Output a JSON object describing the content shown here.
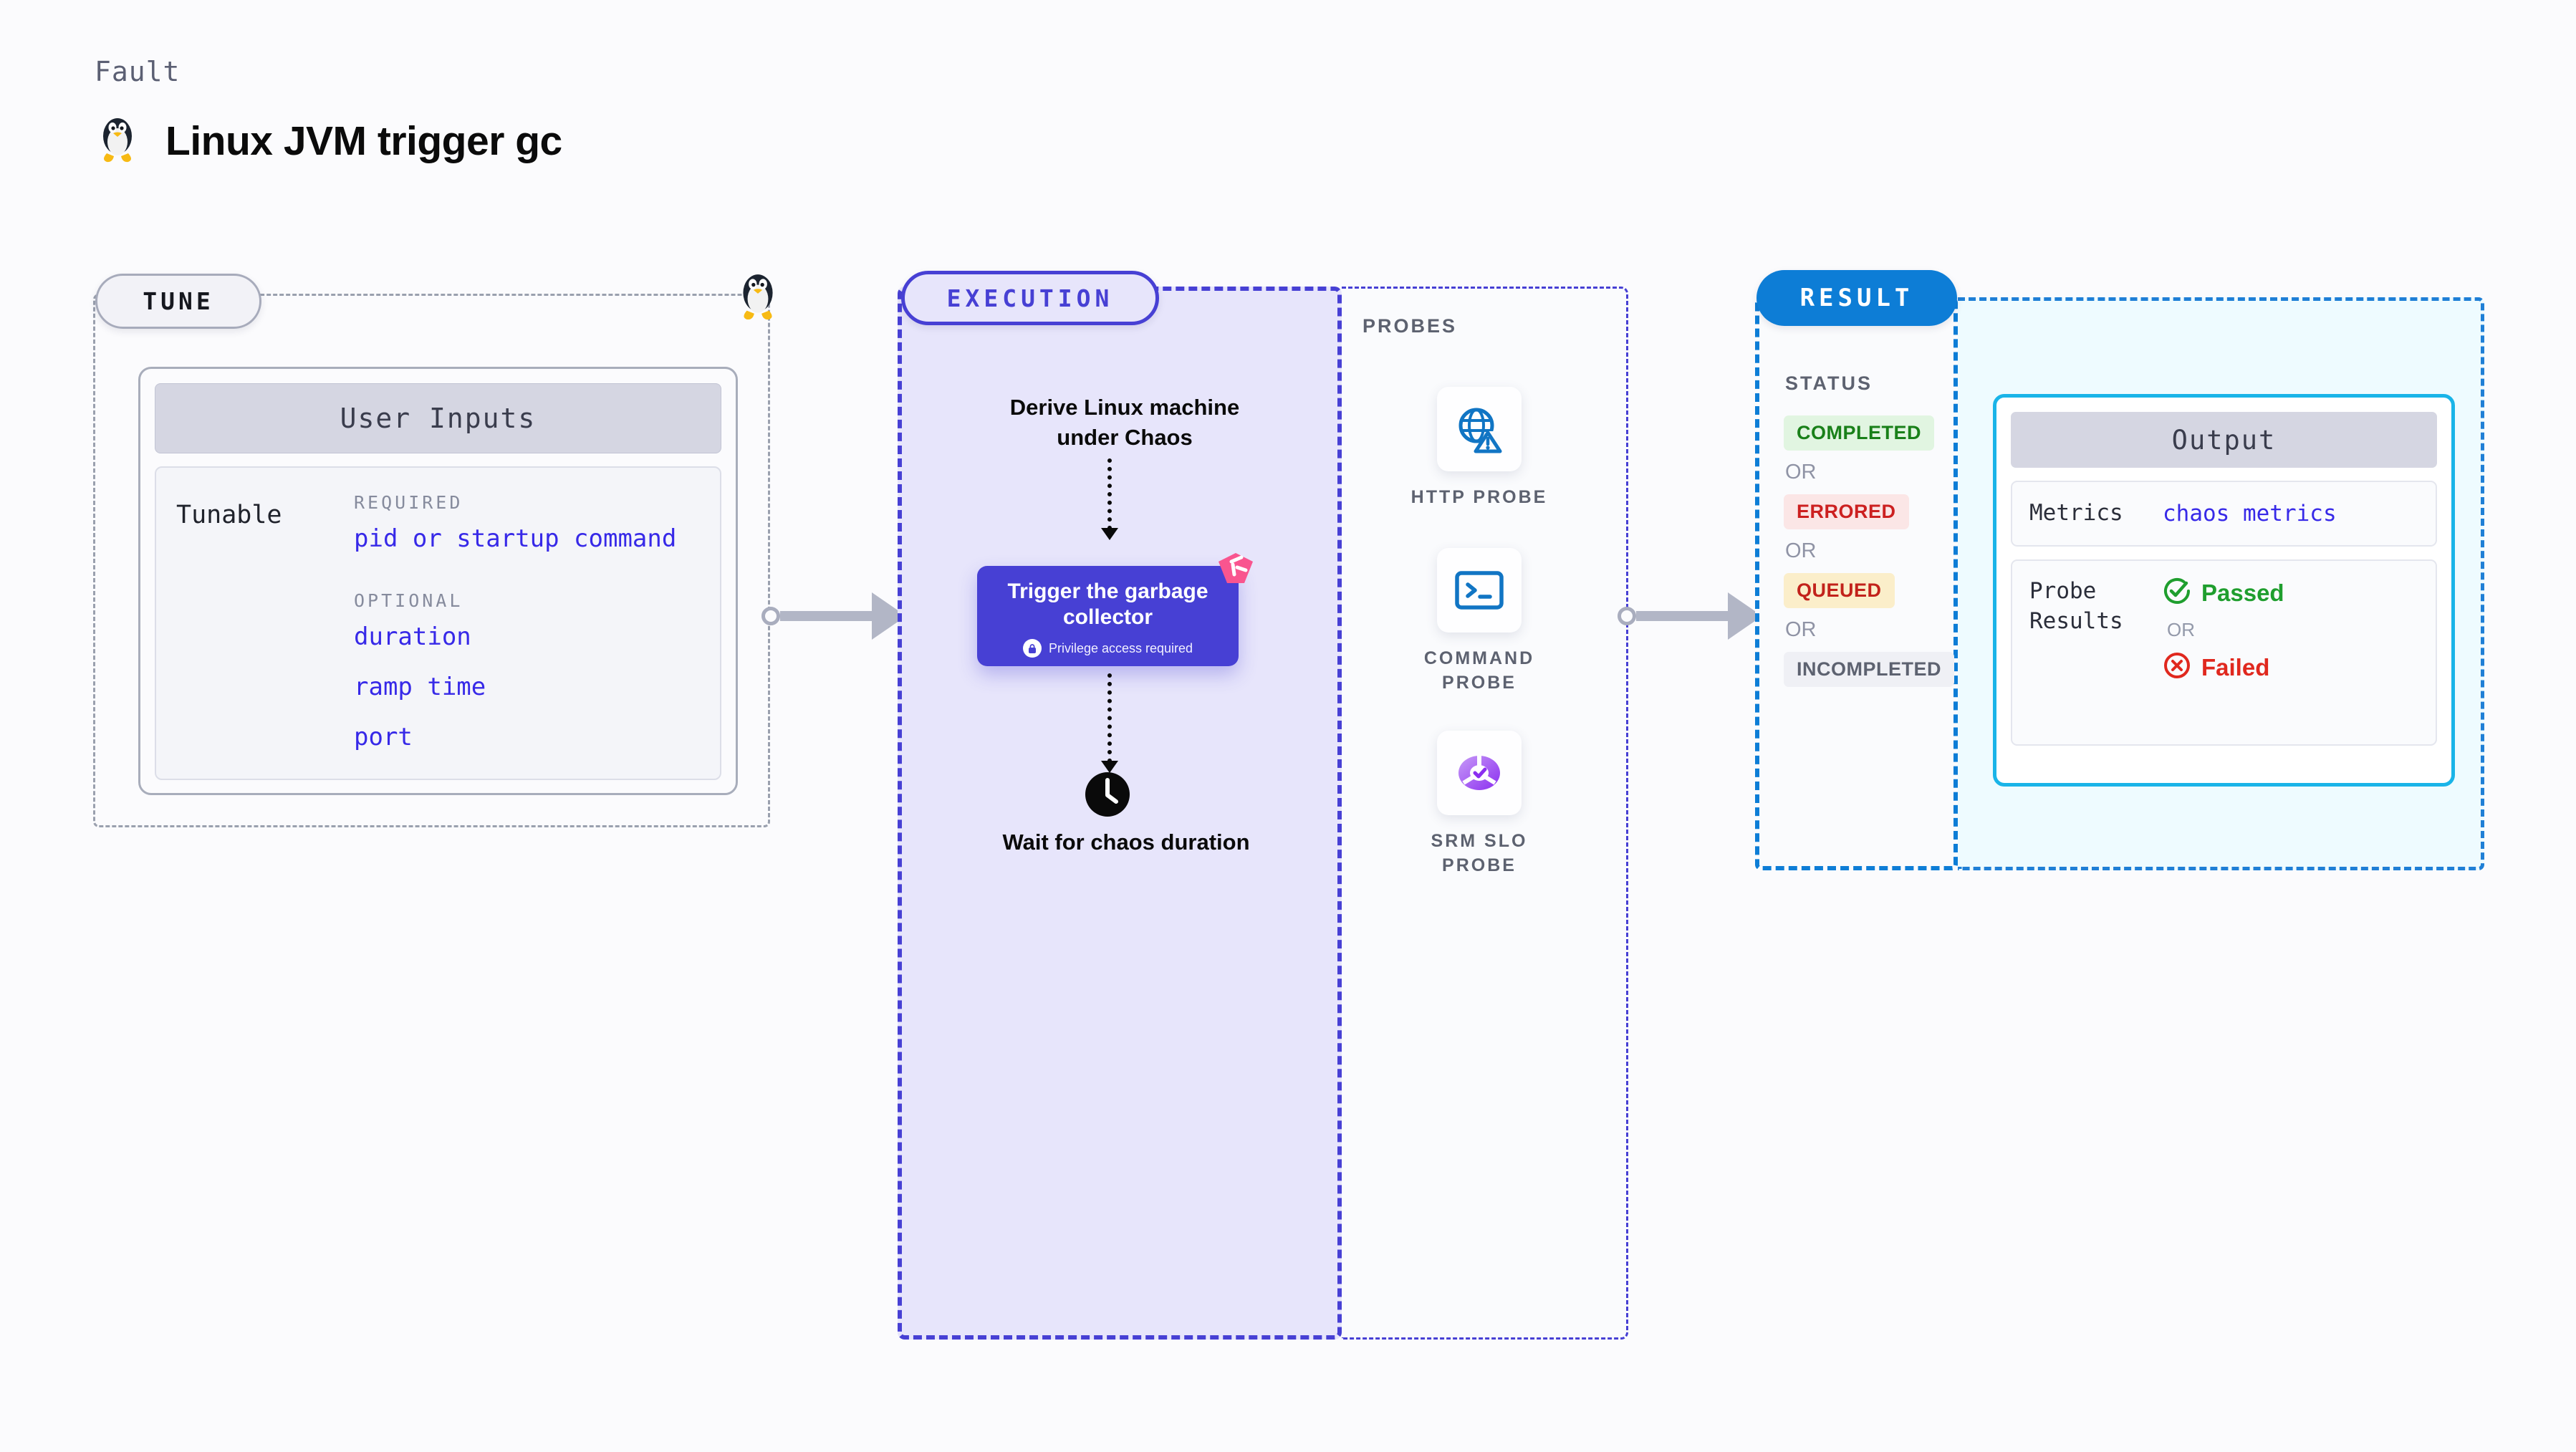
{
  "header": {
    "kicker": "Fault",
    "title": "Linux JVM trigger gc",
    "icon": "linux-tux-icon"
  },
  "tune": {
    "badge": "TUNE",
    "card_title": "User Inputs",
    "tunable_label": "Tunable",
    "required_label": "REQUIRED",
    "optional_label": "OPTIONAL",
    "required_items": [
      "pid or startup command"
    ],
    "optional_items": [
      "duration",
      "ramp time",
      "port"
    ],
    "corner_icon": "linux-tux-icon"
  },
  "execution": {
    "badge": "EXECUTION",
    "step_1": "Derive Linux machine under Chaos",
    "node": {
      "title": "Trigger the garbage collector",
      "privilege_note": "Privilege access required",
      "lock_icon": "lock-icon",
      "corner_icon": "chaos-logo-icon"
    },
    "step_3": "Wait for chaos duration",
    "clock_icon": "clock-icon"
  },
  "probes": {
    "title": "PROBES",
    "items": [
      {
        "label": "HTTP PROBE",
        "icon": "globe-warning-icon"
      },
      {
        "label": "COMMAND PROBE",
        "icon": "terminal-icon"
      },
      {
        "label": "SRM SLO PROBE",
        "icon": "slo-donut-check-icon"
      }
    ]
  },
  "result": {
    "badge": "RESULT",
    "status_title": "STATUS",
    "or_label": "OR",
    "statuses": [
      {
        "label": "COMPLETED",
        "tone": "green"
      },
      {
        "label": "ERRORED",
        "tone": "red"
      },
      {
        "label": "QUEUED",
        "tone": "amber"
      },
      {
        "label": "INCOMPLETED",
        "tone": "gray"
      }
    ]
  },
  "output": {
    "card_title": "Output",
    "metrics_key": "Metrics",
    "metrics_value": "chaos metrics",
    "probe_key": "Probe Results",
    "passed_label": "Passed",
    "failed_label": "Failed",
    "or_label": "OR",
    "passed_icon": "check-circle-icon",
    "failed_icon": "x-circle-icon"
  },
  "colors": {
    "indigo": "#4740d4",
    "link_blue": "#3729e8",
    "result_blue": "#0d7dd6",
    "cyan": "#19b4e8",
    "pink": "#f9558f",
    "green": "#198019",
    "red": "#cc2020",
    "amber_bg": "#fbeeca"
  }
}
